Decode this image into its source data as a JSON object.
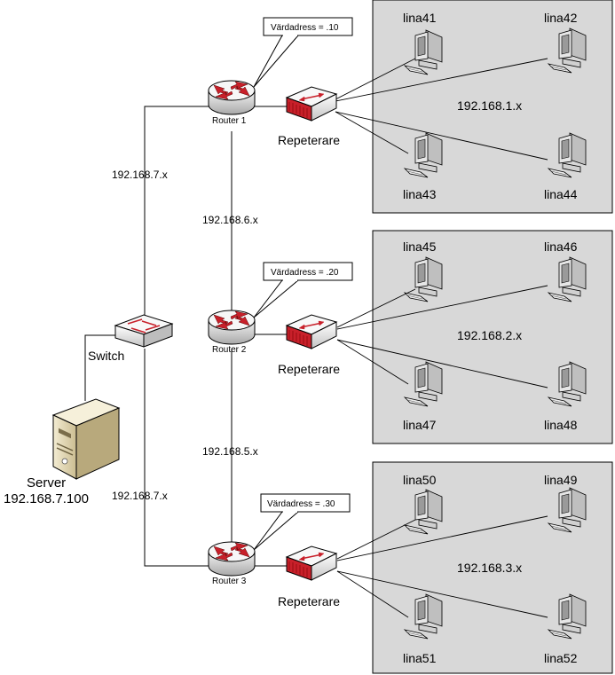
{
  "server": {
    "label": "Server",
    "ip": "192.168.7.100"
  },
  "switch": {
    "label": "Switch"
  },
  "links": {
    "top": "192.168.7.x",
    "bottom": "192.168.7.x",
    "r1_r2": "192.168.6.x",
    "r2_r3": "192.168.5.x"
  },
  "routers": [
    {
      "label": "Router 1",
      "callout": "Värdadress = .10"
    },
    {
      "label": "Router 2",
      "callout": "Värdadress = .20"
    },
    {
      "label": "Router 3",
      "callout": "Värdadress = .30"
    }
  ],
  "repeaters": [
    "Repeterare",
    "Repeterare",
    "Repeterare"
  ],
  "groups": [
    {
      "subnet": "192.168.1.x",
      "pcs": [
        "lina41",
        "lina42",
        "lina43",
        "lina44"
      ]
    },
    {
      "subnet": "192.168.2.x",
      "pcs": [
        "lina45",
        "lina46",
        "lina47",
        "lina48"
      ]
    },
    {
      "subnet": "192.168.3.x",
      "pcs": [
        "lina50",
        "lina49",
        "lina51",
        "lina52"
      ]
    }
  ],
  "colors": {
    "panel": "#d8d8d8",
    "router_red": "#c8202a",
    "repeater_red": "#c8202a",
    "server_beige": "#e8dcb8"
  }
}
